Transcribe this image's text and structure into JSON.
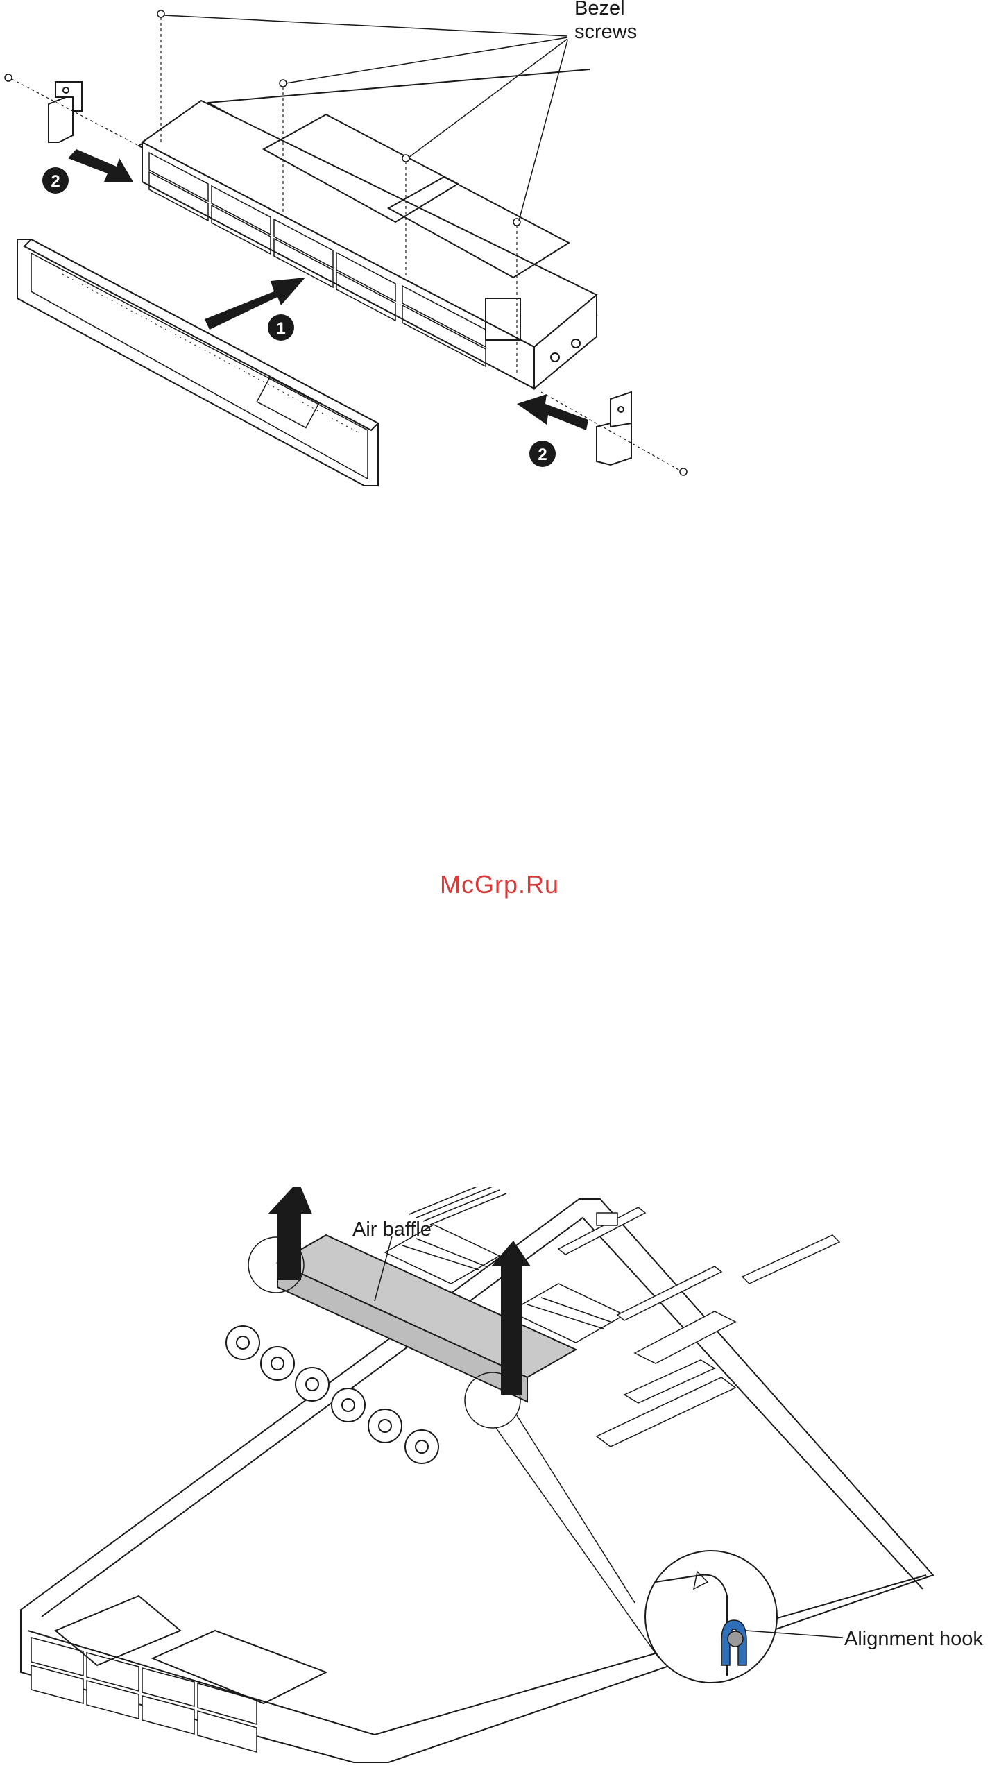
{
  "figure1": {
    "labels": {
      "bezel_line1": "Bezel",
      "bezel_line2": "screws"
    },
    "steps": {
      "step1": "1",
      "step2_left": "2",
      "step2_right": "2"
    }
  },
  "watermark": "McGrp.Ru",
  "figure2": {
    "labels": {
      "air_baffle": "Air baffle",
      "alignment_hook": "Alignment hook"
    }
  },
  "colors": {
    "line": "#1a1a1a",
    "baffle": "#c9c9c9",
    "hook_accent": "#2f6fb8",
    "watermark": "#d93a3a"
  }
}
